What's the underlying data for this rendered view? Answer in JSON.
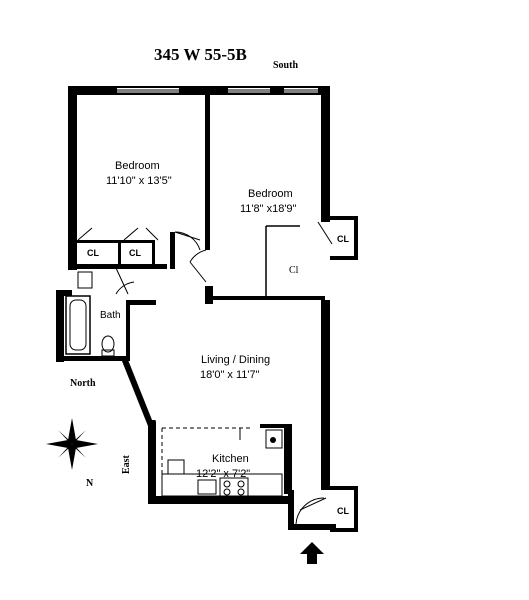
{
  "title": "345 W 55-5B",
  "orientation": {
    "south": "South",
    "north": "North",
    "east": "East",
    "compass_letter": "N"
  },
  "rooms": {
    "bedroom1": {
      "name": "Bedroom",
      "size": "11'10\" x 13'5\""
    },
    "bedroom2": {
      "name": "Bedroom",
      "size": "11'8\" x18'9\""
    },
    "bath": {
      "name": "Bath"
    },
    "living": {
      "name": "Living / Dining",
      "size": "18'0\" x 11'7\""
    },
    "kitchen": {
      "name": "Kitchen",
      "size": "12'2\" x 7'2\""
    }
  },
  "closets": {
    "cl1": "CL",
    "cl2": "CL",
    "cl3": "CL",
    "cl4": "Cl",
    "cl5": "CL"
  },
  "icons": {
    "compass": "compass-rose-icon",
    "entry": "entry-arrow-icon"
  }
}
